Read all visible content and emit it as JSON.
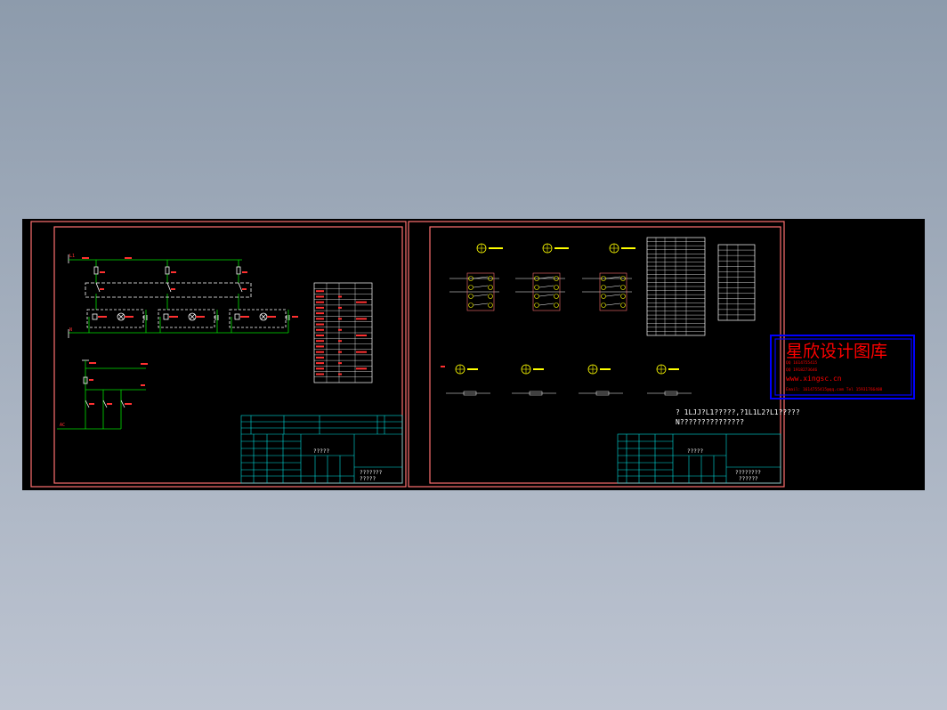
{
  "colors": {
    "background_top": "#8d9bac",
    "background_bottom": "#bdc4d1",
    "drawing_area": "#000000",
    "frame": "#ff7070",
    "circuit": "#00e000",
    "dashed": "#ffffff",
    "labels": "#ff3030",
    "lamp_symbol": "#ffff00",
    "title_block": "#00e0e0",
    "watermark_border": "#0000ff",
    "watermark_text": "#ff0000"
  },
  "sheet1": {
    "source_label": "L1",
    "neutral_label": "N",
    "control_label": "L",
    "power_label": "AC"
  },
  "sheet2": {
    "note_line1": "? 1LJJ?L1?????,?1L1L2?L1?????",
    "note_line2": "N???????????????"
  },
  "title_block_left": {
    "title": "?????",
    "code": "???????",
    "code2": "?????"
  },
  "title_block_right": {
    "title": "?????",
    "code": "????????",
    "code2": "??????"
  },
  "watermark": {
    "title": "星欣设计图库",
    "line1": "QQ 1614755415",
    "line2": "QQ 1918273646",
    "url": "www.xingsc.cn",
    "contact": "Email: 1614755415@qq.com Tel 15931766408"
  }
}
